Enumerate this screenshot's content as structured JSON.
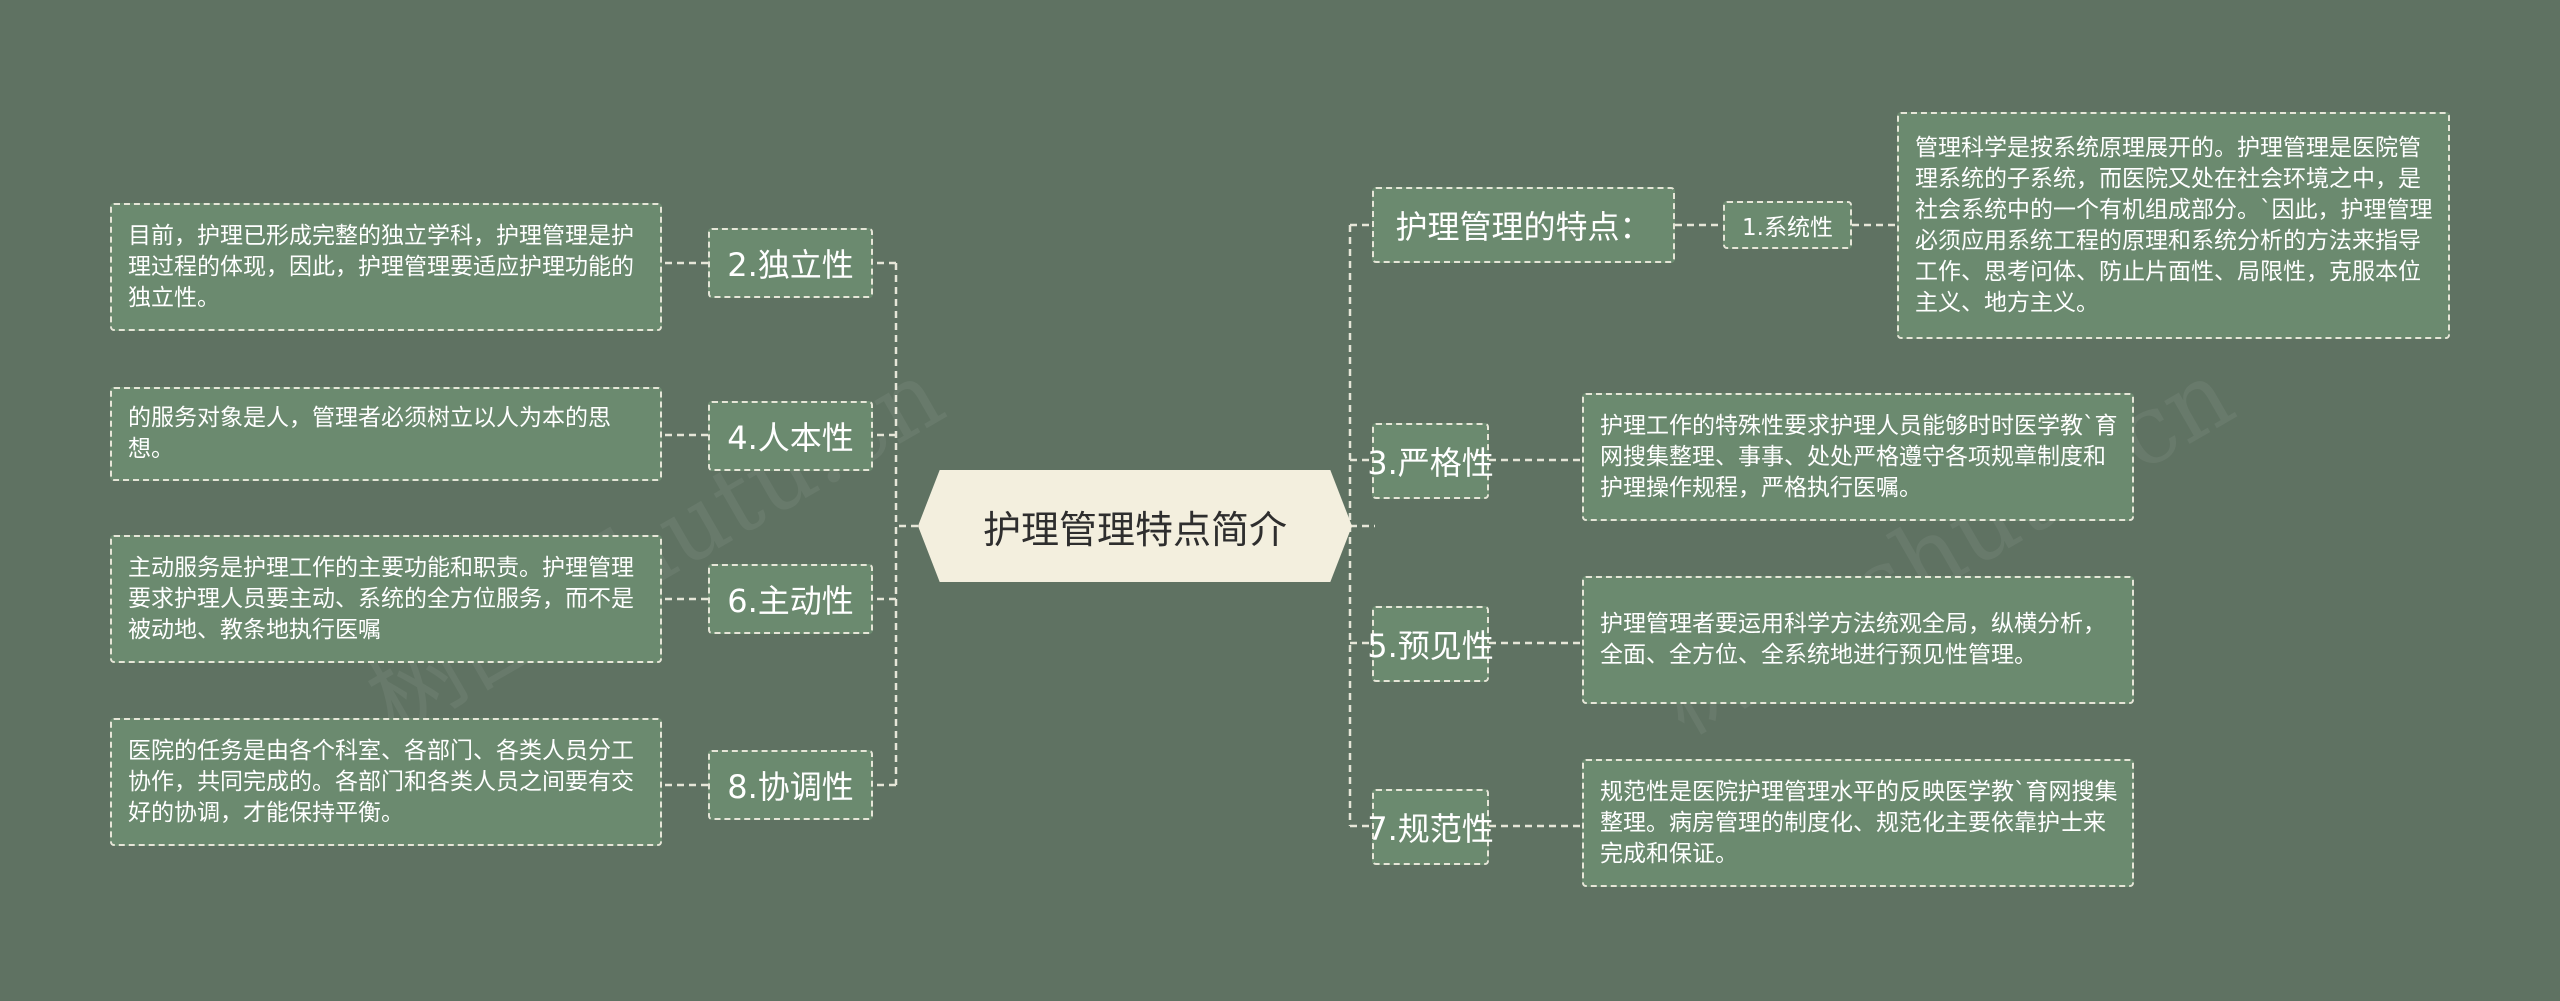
{
  "center": "护理管理特点简介",
  "watermark": [
    "树图 shutu.cn",
    "树图 shutu.cn"
  ],
  "left": [
    {
      "label": "2.独立性",
      "text": "目前，护理已形成完整的独立学科，护理管理是护理过程的体现，因此，护理管理要适应护理功能的独立性。"
    },
    {
      "label": "4.人本性",
      "text": "的服务对象是人，管理者必须树立以人为本的思想。"
    },
    {
      "label": "6.主动性",
      "text": "主动服务是护理工作的主要功能和职责。护理管理要求护理人员要主动、系统的全方位服务，而不是被动地、教条地执行医嘱"
    },
    {
      "label": "8.协调性",
      "text": "医院的任务是由各个科室、各部门、各类人员分工协作，共同完成的。各部门和各类人员之间要有交好的协调，才能保持平衡。"
    }
  ],
  "right": {
    "top": {
      "label": "护理管理的特点：",
      "sub": "1.系统性",
      "text": "管理科学是按系统原理展开的。护理管理是医院管理系统的子系统，而医院又处在社会环境之中，是社会系统中的一个有机组成部分。`因此，护理管理必须应用系统工程的原理和系统分析的方法来指导工作、思考问体、防止片面性、局限性，克服本位主义、地方主义。"
    },
    "items": [
      {
        "label": "3.严格性",
        "text": "护理工作的特殊性要求护理人员能够时时医学教`育网搜集整理、事事、处处严格遵守各项规章制度和护理操作规程，严格执行医嘱。"
      },
      {
        "label": "5.预见性",
        "text": "护理管理者要运用科学方法统观全局，纵横分析，全面、全方位、全系统地进行预见性管理。"
      },
      {
        "label": "7.规范性",
        "text": "规范性是医院护理管理水平的反映医学教`育网搜集整理。病房管理的制度化、规范化主要依靠护士来完成和保证。"
      }
    ]
  }
}
